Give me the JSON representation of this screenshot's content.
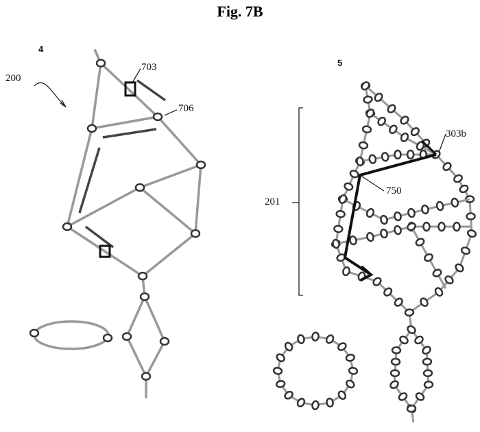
{
  "figure": {
    "title": "Fig. 7B",
    "panel_left": {
      "number": "4",
      "labels": {
        "graph": "200",
        "box": "703",
        "node": "706"
      }
    },
    "panel_right": {
      "number": "5",
      "labels": {
        "bracket": "201",
        "edge": "303b",
        "path": "750"
      }
    }
  },
  "colors": {
    "edge": "#999999",
    "node": "#333333",
    "highlight": "#444444",
    "path": "#111111"
  }
}
